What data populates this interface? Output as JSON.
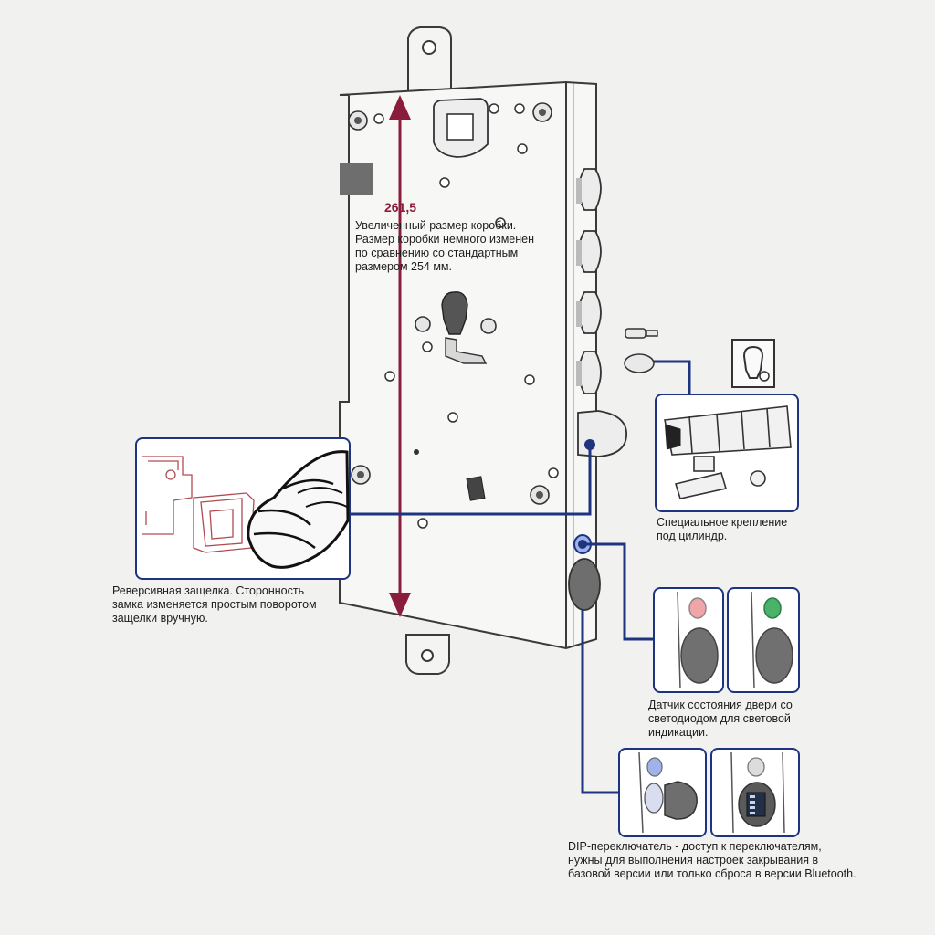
{
  "dimension": {
    "value": "261,5"
  },
  "labels": {
    "box_size": [
      "Увеличенный размер коробки.",
      "Размер коробки немного изменен",
      "по сравнению со стандартным",
      "размером 254 мм."
    ],
    "reversible_latch": [
      "Реверсивная защелка. Сторонность",
      "замка изменяется простым поворотом",
      "защелки вручную."
    ],
    "cylinder_mount": [
      "Специальное крепление",
      "под цилиндр."
    ],
    "door_sensor": [
      "Датчик состояния двери со",
      "светодиодом для световой",
      "индикации."
    ],
    "dip_switch": [
      "DIP-переключатель - доступ к переключателям,",
      "нужны для выполнения настроек закрывания в",
      "базовой версии или только сброса в версии Bluetooth."
    ]
  },
  "colors": {
    "dimension_arrow": "#8b1d3c",
    "callout_line": "#1f3480",
    "led_red": "#f0a5a8",
    "led_green": "#49b36a",
    "led_blue": "#9fb3ea"
  }
}
